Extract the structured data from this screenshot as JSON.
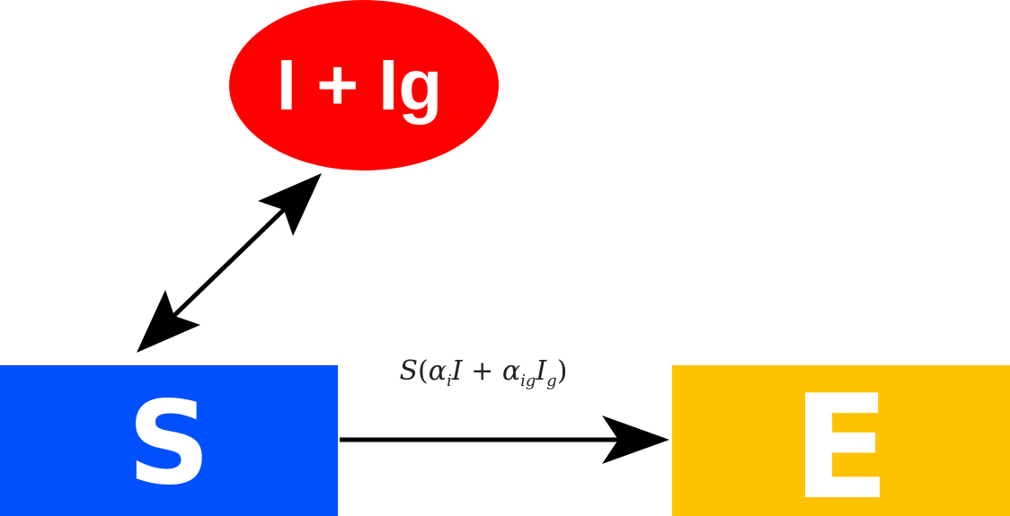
{
  "nodes": {
    "infected": {
      "label": "I + Ig",
      "color": "#ff0000"
    },
    "susceptible": {
      "label": "S",
      "color": "#0050ff"
    },
    "exposed": {
      "label": "E",
      "color": "#ffc200"
    }
  },
  "edges": {
    "susceptible_to_exposed": {
      "label_parts": {
        "S": "S",
        "open": "(",
        "alpha1": "α",
        "sub1": "i",
        "I1": "I",
        "plus": " + ",
        "alpha2": "α",
        "sub2": "ig",
        "I2": "I",
        "sub3": "g",
        "close": ")"
      }
    },
    "susceptible_infected_link": {
      "direction": "bidirectional"
    }
  },
  "colors": {
    "arrow": "#000000",
    "background": "#ffffff"
  }
}
